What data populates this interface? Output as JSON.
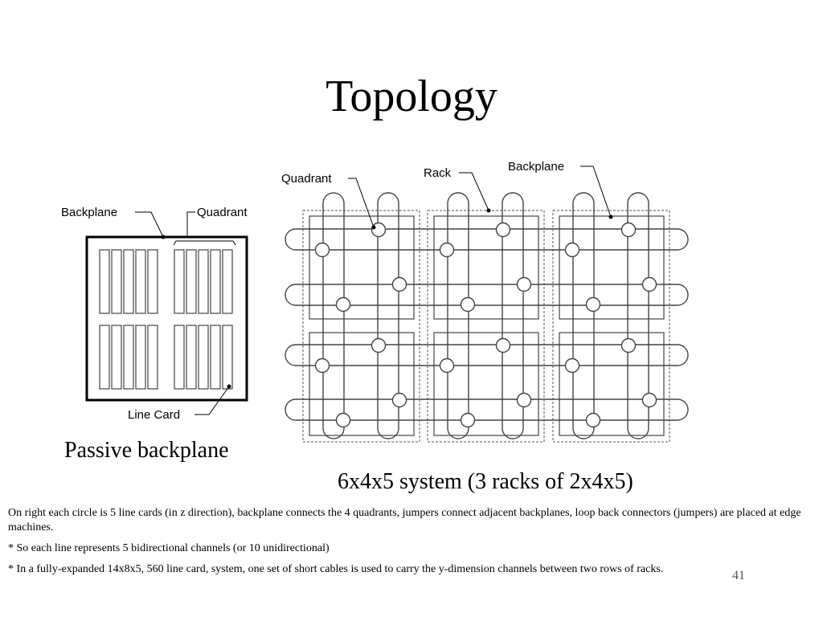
{
  "slide": {
    "title": "Topology",
    "page_number": "41"
  },
  "left_diagram": {
    "label_backplane": "Backplane",
    "label_quadrant": "Quadrant",
    "label_line_card": "Line Card",
    "caption": "Passive backplane"
  },
  "right_diagram": {
    "label_quadrant": "Quadrant",
    "label_rack": "Rack",
    "label_backplane": "Backplane",
    "caption": "6x4x5 system (3 racks of 2x4x5)"
  },
  "notes": [
    "On right each circle is 5 line cards (in z direction), backplane connects the 4 quadrants, jumpers connect adjacent backplanes, loop back connectors (jumpers) are placed at edge machines.",
    "* So each line represents 5 bidirectional channels (or 10 unidirectional)",
    "* In a fully-expanded 14x8x5, 560 line card, system, one set of short cables is used to carry the y-dimension channels between two rows of racks."
  ]
}
